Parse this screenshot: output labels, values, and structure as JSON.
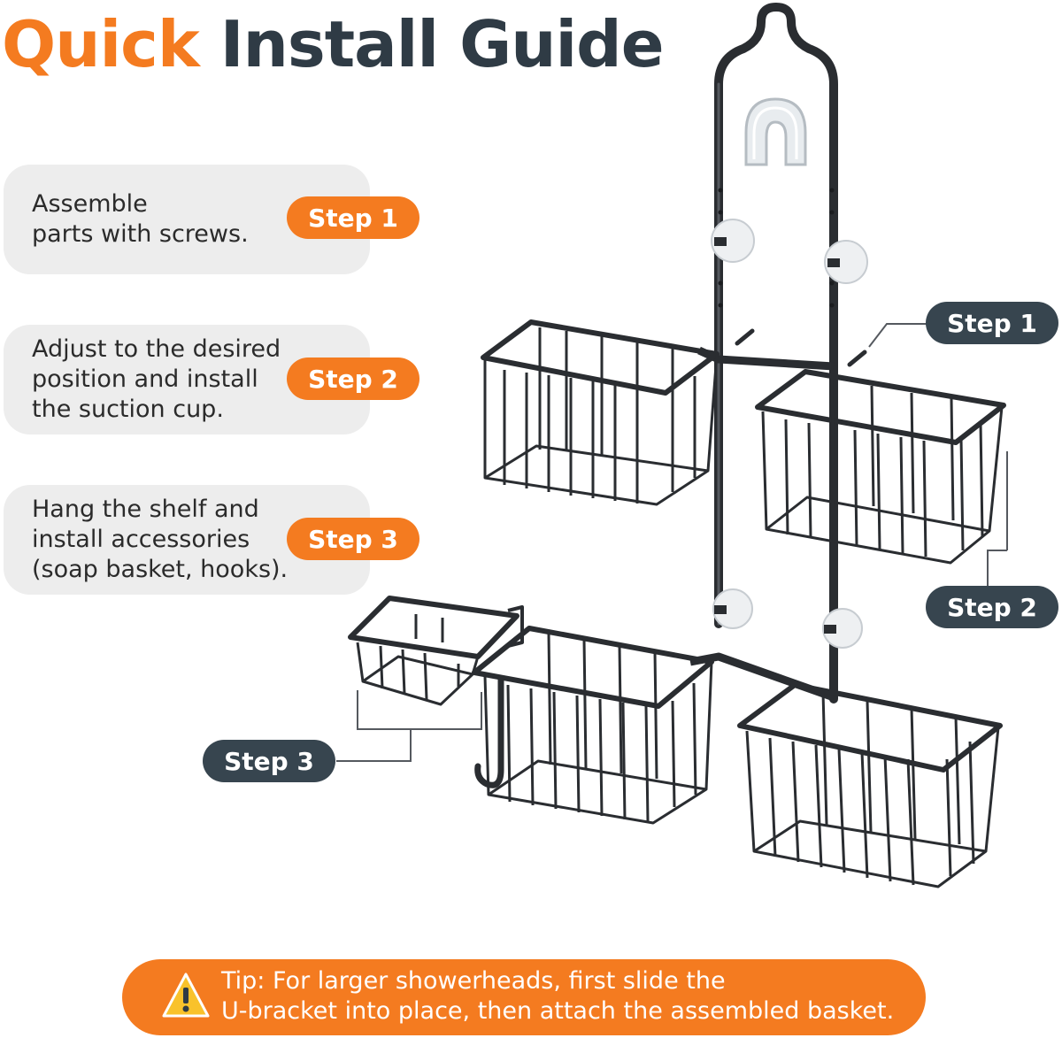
{
  "title": {
    "word1": "Quick",
    "word2": "Install Guide"
  },
  "steps": [
    {
      "text": "Assemble\nparts with screws.",
      "label": "Step 1"
    },
    {
      "text": "Adjust to the desired\nposition and install\nthe suction cup.",
      "label": "Step 2"
    },
    {
      "text": "Hang the shelf and\ninstall accessories\n(soap basket, hooks).",
      "label": "Step 3"
    }
  ],
  "callouts": {
    "step1": "Step 1",
    "step2": "Step 2",
    "step3": "Step 3"
  },
  "tip": {
    "text": "Tip: For larger showerheads, first slide the\nU-bracket into place, then attach the assembled basket.",
    "icon": "warning-icon"
  },
  "colors": {
    "orange": "#f47b20",
    "dark": "#37454f",
    "card": "#ededed",
    "metal": "#2a2d31"
  }
}
